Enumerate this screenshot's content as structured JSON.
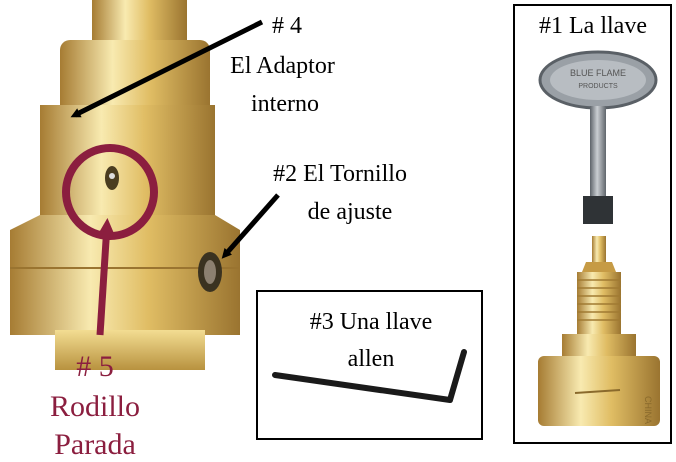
{
  "labels": {
    "adaptor_num": "# 4",
    "adaptor_name_1": "El Adaptor",
    "adaptor_name_2": "interno",
    "screw_1": "#2 El Tornillo",
    "screw_2": "de ajuste",
    "allen_1": "#3 Una llave",
    "allen_2": "allen",
    "key": "#1 La llave",
    "roller_num": "# 5",
    "roller_1": "Rodillo",
    "roller_2": "Parada"
  },
  "key_handle_text": "BLUE FLAME PRODUCTS",
  "valve_body_text": "CHINA",
  "colors": {
    "brass_light": "#f6e7a6",
    "brass_mid": "#d9b25a",
    "brass_dark": "#9a7430",
    "pointer_red": "#8b1e3f",
    "arrow_black": "#000000",
    "steel": "#8a9096"
  }
}
